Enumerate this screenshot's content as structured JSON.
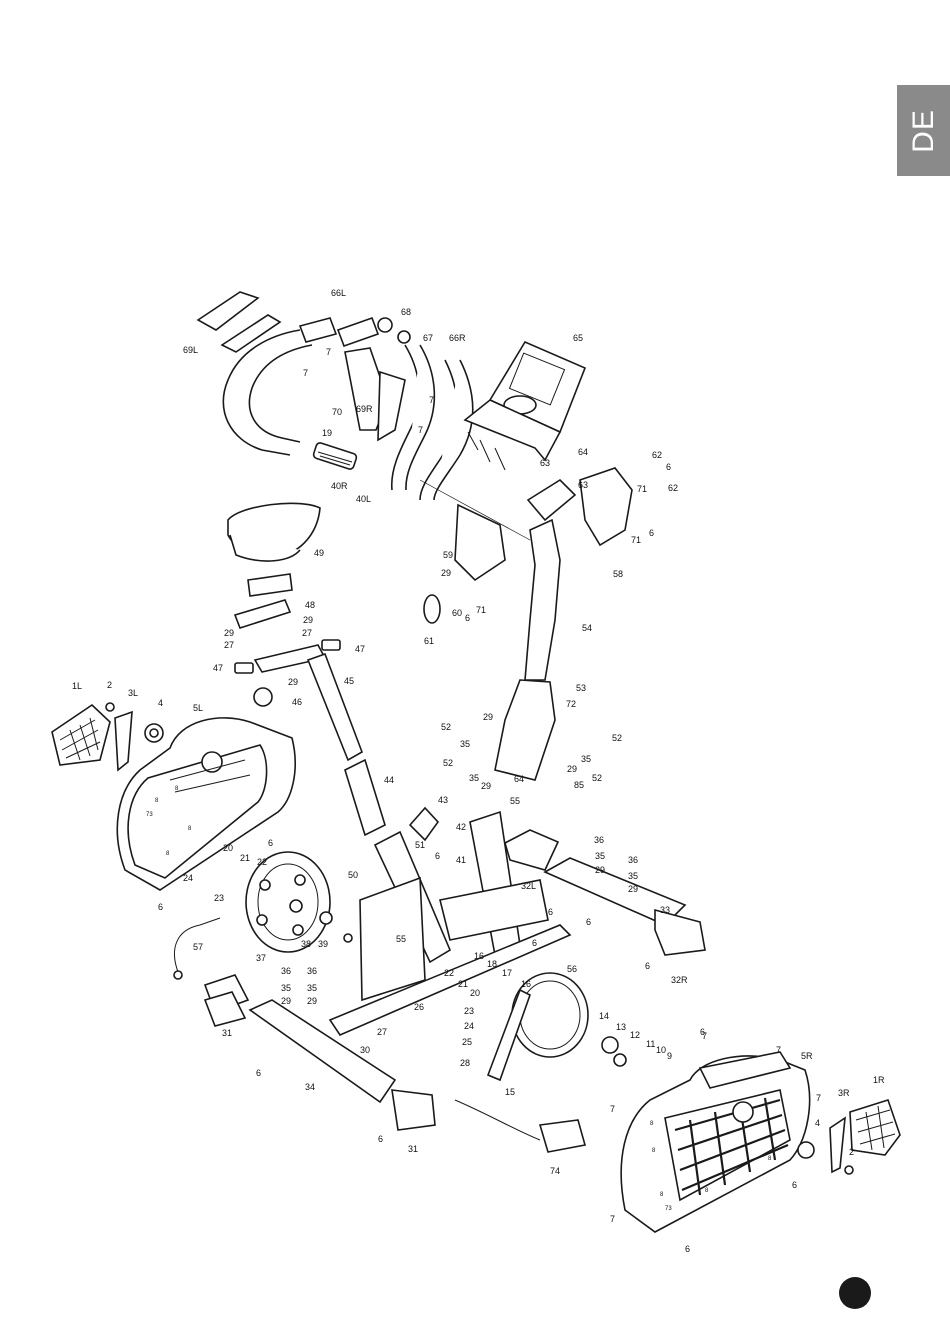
{
  "language_tab": "DE",
  "part_labels": {
    "p66L": "66L",
    "p68": "68",
    "p67": "67",
    "p66R": "66R",
    "p65": "65",
    "p69L": "69L",
    "p7a": "7",
    "p7b": "7",
    "p70": "70",
    "p69R": "69R",
    "p7c": "7",
    "p7d": "7",
    "p19": "19",
    "p40R": "40R",
    "p40L": "40L",
    "p64a": "64",
    "p63a": "63",
    "p63b": "63",
    "p62a": "62",
    "p6a": "6",
    "p71a": "71",
    "p62b": "62",
    "p71b": "71",
    "p6b": "6",
    "p58": "58",
    "p49": "49",
    "p59": "59",
    "p29a": "29",
    "p60": "60",
    "p6c": "6",
    "p71c": "71",
    "p61": "61",
    "p48": "48",
    "p29b": "29",
    "p29c": "29",
    "p27a": "27",
    "p27b": "27",
    "p47a": "47",
    "p47b": "47",
    "p29d": "29",
    "p45": "45",
    "p46": "46",
    "p54": "54",
    "p53": "53",
    "p1L": "1L",
    "p2a": "2",
    "p3L": "3L",
    "p4a": "4",
    "p5L": "5L",
    "p52a": "52",
    "p29e": "29",
    "p72": "72",
    "p35a": "35",
    "p52b": "52",
    "p52c": "52",
    "p35b": "35",
    "p64b": "64",
    "p29f": "29",
    "p29g": "29",
    "p35c": "35",
    "p85": "85",
    "p52d": "52",
    "p44": "44",
    "p43": "43",
    "p55a": "55",
    "p6d": "6",
    "p42": "42",
    "p36a": "36",
    "p51": "51",
    "p35d": "35",
    "p36b": "36",
    "p6e": "6",
    "p41": "41",
    "p29h": "29",
    "p35e": "35",
    "p20a": "20",
    "p32L": "32L",
    "p29i": "29",
    "p21a": "21",
    "p22a": "22",
    "p50": "50",
    "p24a": "24",
    "p6f": "6",
    "p33": "33",
    "p23a": "23",
    "p6g": "6",
    "p6h": "6",
    "p6i": "6",
    "p55b": "55",
    "p57": "57",
    "p38": "38",
    "p39": "39",
    "p37": "37",
    "p56": "56",
    "p6j": "6",
    "p32R": "32R",
    "p36c": "36",
    "p36d": "36",
    "p22b": "22",
    "p16a": "16",
    "p18": "18",
    "p17": "17",
    "p35f": "35",
    "p35g": "35",
    "p21b": "21",
    "p20b": "20",
    "p16b": "16",
    "p29j": "29",
    "p29k": "29",
    "p23b": "23",
    "p26": "26",
    "p24b": "24",
    "p31a": "31",
    "p27c": "27",
    "p25": "25",
    "p14": "14",
    "p13": "13",
    "p12": "12",
    "p6k": "6",
    "p30": "30",
    "p28": "28",
    "p11": "11",
    "p10": "10",
    "p9": "9",
    "p7e": "7",
    "p7f": "7",
    "p5R": "5R",
    "p34": "34",
    "p15": "15",
    "p3R": "3R",
    "p1R": "1R",
    "p6l": "6",
    "p7g": "7",
    "p7h": "7",
    "p4b": "4",
    "p2b": "2",
    "p6m": "6",
    "p31b": "31",
    "p74": "74",
    "p7i": "7",
    "p6n": "6",
    "p8a": "8",
    "p8b": "8",
    "p8c": "8",
    "p8d": "8",
    "p8e": "8",
    "p8f": "8",
    "p73a": "73",
    "p73b": "73",
    "p8g": "8",
    "p8h": "8",
    "p8i": "8"
  }
}
